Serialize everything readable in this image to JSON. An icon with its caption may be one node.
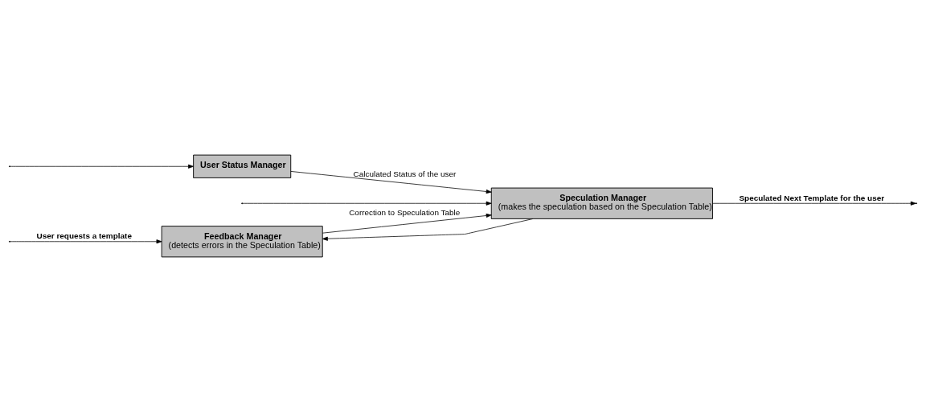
{
  "diagram": {
    "nodes": [
      {
        "text": [
          "Feedback Manager",
          "(detects errors in the Speculation Table)"
        ]
      },
      {
        "text": [
          "Speculation Manager",
          "(makes the speculation based on the Speculation Table)"
        ]
      },
      {
        "text": [
          "User Status Manager"
        ]
      }
    ],
    "edges": [
      {
        "from": null,
        "to": 0,
        "arrow": "to",
        "label": "User requests a template"
      },
      {
        "from": null,
        "to": 1,
        "arrow": "to"
      },
      {
        "from": null,
        "to": 2,
        "arrow": "to"
      },
      {
        "from": 0,
        "to": 1,
        "arrow": "to",
        "label": "Correction to Speculation Table"
      },
      {
        "from": 2,
        "to": 1,
        "arrow": "to",
        "label": "Calculated Status of the user"
      },
      {
        "from": 1,
        "to": null,
        "arrow": "to",
        "label": "Speculated Next Template for the user"
      },
      {
        "from": 1,
        "to": 0,
        "arrow": "to"
      }
    ]
  }
}
